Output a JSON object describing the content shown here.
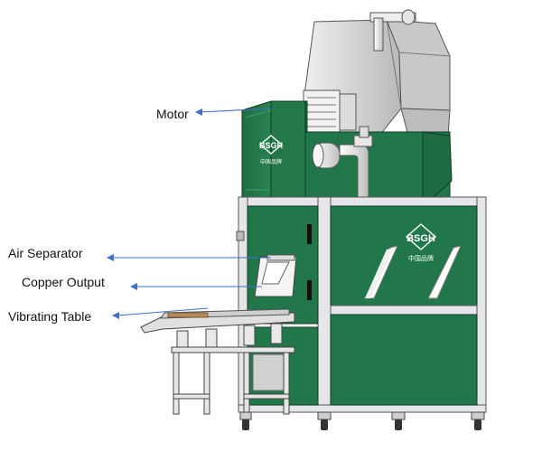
{
  "labels": {
    "motor": "Motor",
    "air_separator": "Air Separator",
    "copper_output": "Copper Output",
    "vibrating_table": "Vibrating Table"
  },
  "brand": {
    "logo_text": "BSGH",
    "logo_subtext": "中国品牌",
    "small_logo_text": "BSGH",
    "small_logo_subtext": "中国品牌"
  },
  "colors": {
    "machine_green": "#23784a",
    "frame_grey": "#d8dade",
    "arrow_blue": "#3f6fc9",
    "hopper_grey": "#d6d6d6"
  }
}
